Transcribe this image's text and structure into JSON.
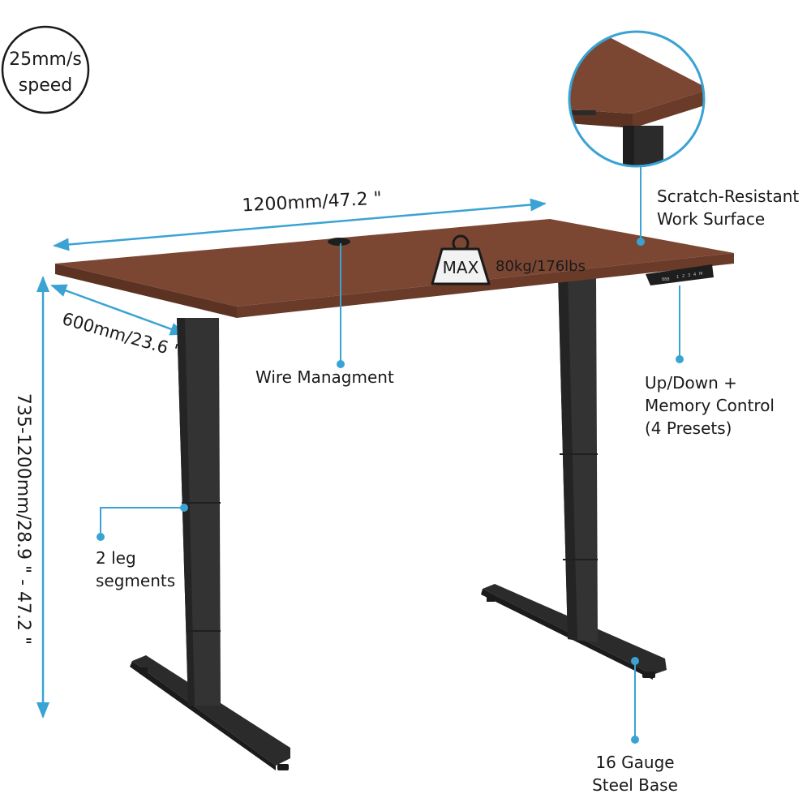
{
  "colors": {
    "callout_line": "#3aa3d3",
    "wood_top": "#7b4733",
    "wood_edge": "#5c3323",
    "frame": "#2b2b2b",
    "frame_light": "#3d3d3d"
  },
  "speed_badge": {
    "line1": "25mm/s",
    "line2": "speed"
  },
  "width_dimension": "1200mm/47.2 \"",
  "depth_dimension": "600mm/23.6 \"",
  "height_dimension": "735-1200mm/28.9 \" - 47.2 \"",
  "max_load": {
    "weight_icon_label": "MAX",
    "value": "80kg/176lbs"
  },
  "callouts": {
    "surface": {
      "line1": "Scratch-Resistant",
      "line2": "Work Surface"
    },
    "wire": "Wire Managment",
    "control": {
      "line1": "Up/Down +",
      "line2": "Memory Control",
      "line3": "(4 Presets)"
    },
    "legs": {
      "line1": "2 leg",
      "line2": "segments"
    },
    "base": {
      "line1": "16 Gauge",
      "line2": "Steel Base"
    }
  },
  "control_panel": {
    "display": "888",
    "buttons": [
      "1",
      "2",
      "3",
      "4",
      "M"
    ]
  }
}
